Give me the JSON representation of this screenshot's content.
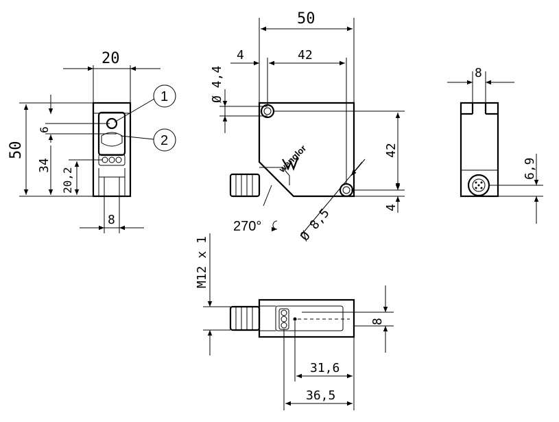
{
  "dimensions": {
    "front_width": "20",
    "front_height": "50",
    "front_top_offset": "6",
    "front_led_offset": "34",
    "front_bottom_offset": "20,2",
    "front_bottom_width": "8",
    "side_width": "50",
    "side_hole_offset": "4",
    "side_hole_spacing": "42",
    "side_hole_diameter": "Ø 4,4",
    "side_vertical_spacing": "42",
    "side_bottom_offset": "4",
    "side_mount_diameter": "Ø 8,5",
    "rotation": "270°",
    "back_width": "8",
    "back_height": "6,9",
    "bottom_thread": "M12 x 1",
    "bottom_height": "8",
    "bottom_offset_1": "31,6",
    "bottom_offset_2": "36,5"
  },
  "callouts": {
    "c1": "1",
    "c2": "2"
  },
  "brand": "wenglor"
}
